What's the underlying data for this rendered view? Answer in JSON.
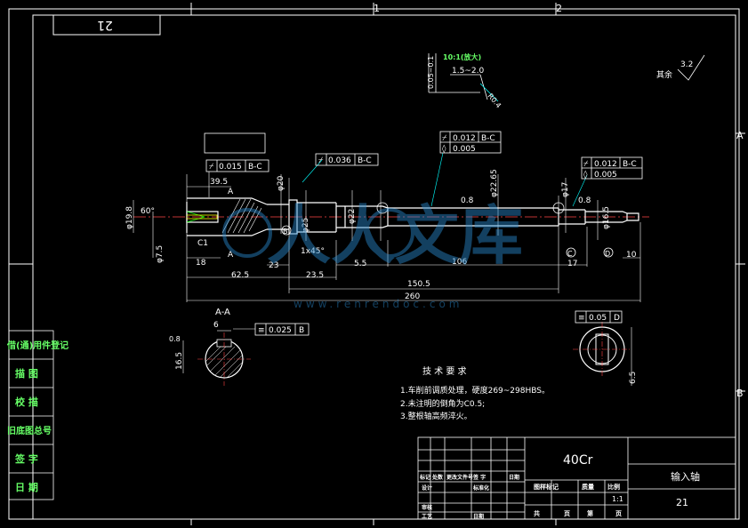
{
  "sheet": {
    "page_number": "21",
    "zones_top": [
      "1",
      "2"
    ],
    "zones_right": [
      "A",
      "B"
    ]
  },
  "detail": {
    "scale_label": "10:1(放大)",
    "dim_015_20": "1.5~2.0",
    "dim_r04": "R0.4",
    "dim_005_01": "0.05~0.1"
  },
  "roughness": {
    "label": "其余",
    "value": "3.2"
  },
  "tolerances": {
    "t1": {
      "symbol": "⌿",
      "value": "0.015",
      "datum": "B-C"
    },
    "t2": {
      "symbol": "⌿",
      "value": "0.036",
      "datum": "B-C"
    },
    "t3": {
      "symbol": "⌿",
      "value": "0.012",
      "datum": "B-C"
    },
    "t4": {
      "symbol": "◊",
      "value": "0.005"
    },
    "t5": {
      "symbol": "⌿",
      "value": "0.012",
      "datum": "B-C"
    },
    "t6": {
      "symbol": "◊",
      "value": "0.005"
    },
    "sym1": {
      "symbol": "≡",
      "value": "0.025",
      "datum": "B"
    },
    "sym2": {
      "symbol": "≡",
      "value": "0.05",
      "datum": "D"
    }
  },
  "dimensions": {
    "d_39_5": "39.5",
    "d_18": "18",
    "d_23": "23",
    "d_62_5": "62.5",
    "d_23_5": "23.5",
    "d_1x45": "1x45°",
    "d_5_5": "5.5",
    "d_106": "106",
    "d_17": "17",
    "d_10": "10",
    "d_150_5": "150.5",
    "d_260": "260",
    "d_phi20": "φ20",
    "d_phi25": "φ25",
    "d_phi22": "φ22",
    "d_phi22_65": "φ22.65",
    "d_phi17": "φ17",
    "d_phi16_5": "φ16.5",
    "d_phi19_8": "φ19.8",
    "d_phi7_5": "φ7.5",
    "d_60": "60°",
    "d_16_5": "16.5",
    "d_6": "6",
    "d_6_5": "6.5",
    "ra_08": "0.8"
  },
  "markers": {
    "A1": "A",
    "A2": "A",
    "B": "B",
    "C": "C",
    "D": "D",
    "C1": "C1"
  },
  "section": {
    "label": "A-A"
  },
  "tech_req": {
    "title": "技 术 要 求",
    "items": [
      "1.车削前调质处理，硬度269~298HBS。",
      "2.未注明的倒角为C0.5;",
      "3.整根轴高频淬火。"
    ]
  },
  "sidebar": {
    "items": [
      "借(通)用件登记",
      "描  图",
      "校  描",
      "旧底图总号",
      "签  字",
      "日  期"
    ]
  },
  "title_block": {
    "material": "40Cr",
    "part_name": "输入轴",
    "drawing_no": "21",
    "scale": "1:1",
    "row_labels": [
      "标记",
      "处数",
      "更改文件号",
      "签 字",
      "日期"
    ],
    "stage_labels": [
      "图样标记",
      "质量",
      "比例"
    ],
    "sheet_labels": [
      "共",
      "页",
      "第",
      "页"
    ],
    "sign_labels": [
      "设计",
      "标准化",
      "审核",
      "工艺",
      "日期"
    ]
  },
  "watermark": {
    "text": "人人文库",
    "url": "www.renrendoc.com"
  }
}
